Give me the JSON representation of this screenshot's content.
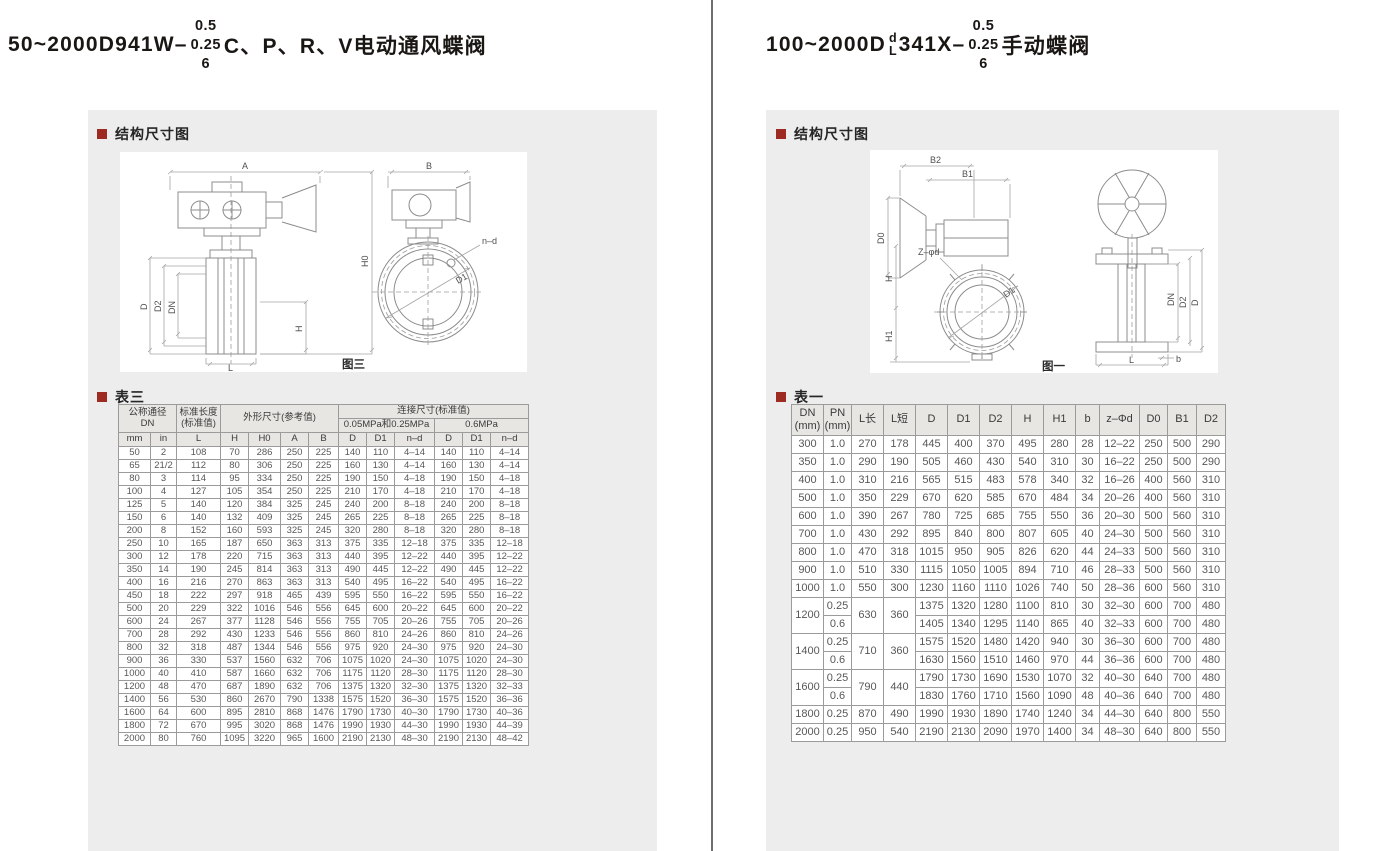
{
  "colors": {
    "accent_red": "#9e2b21",
    "panel_gray": "#ededed",
    "divider_gray": "#6e6e6e"
  },
  "left": {
    "title": {
      "prefix": "50~2000D941W–",
      "pressure_stack": [
        "0.5",
        "0.25",
        "6"
      ],
      "suffix": "C、P、R、V电动通风蝶阀"
    },
    "diagram_section": "结构尺寸图",
    "figure_caption": "图三",
    "diagram_labels": {
      "A": "A",
      "B": "B",
      "H0": "H0",
      "H": "H",
      "D": "D",
      "D2": "D2",
      "DN": "DN",
      "L": "L",
      "nd": "n–d",
      "D1": "D1"
    },
    "table_section": "表三",
    "table": {
      "h_dn": "公称通径\nDN",
      "h_len": "标准长度\n(标准值)",
      "h_dim": "外形尺寸(参考值)",
      "h_conn": "连接尺寸(标准值)",
      "h_p1": "0.05MPa和0.25MPa",
      "h_p2": "0.6MPa",
      "cols": [
        "mm",
        "in",
        "L",
        "H",
        "H0",
        "A",
        "B",
        "D",
        "D1",
        "n–d",
        "D",
        "D1",
        "n–d"
      ],
      "rows": [
        [
          "50",
          "2",
          "108",
          "70",
          "286",
          "250",
          "225",
          "140",
          "110",
          "4–14",
          "140",
          "110",
          "4–14"
        ],
        [
          "65",
          "21/2",
          "112",
          "80",
          "306",
          "250",
          "225",
          "160",
          "130",
          "4–14",
          "160",
          "130",
          "4–14"
        ],
        [
          "80",
          "3",
          "114",
          "95",
          "334",
          "250",
          "225",
          "190",
          "150",
          "4–18",
          "190",
          "150",
          "4–18"
        ],
        [
          "100",
          "4",
          "127",
          "105",
          "354",
          "250",
          "225",
          "210",
          "170",
          "4–18",
          "210",
          "170",
          "4–18"
        ],
        [
          "125",
          "5",
          "140",
          "120",
          "384",
          "325",
          "245",
          "240",
          "200",
          "8–18",
          "240",
          "200",
          "8–18"
        ],
        [
          "150",
          "6",
          "140",
          "132",
          "409",
          "325",
          "245",
          "265",
          "225",
          "8–18",
          "265",
          "225",
          "8–18"
        ],
        [
          "200",
          "8",
          "152",
          "160",
          "593",
          "325",
          "245",
          "320",
          "280",
          "8–18",
          "320",
          "280",
          "8–18"
        ],
        [
          "250",
          "10",
          "165",
          "187",
          "650",
          "363",
          "313",
          "375",
          "335",
          "12–18",
          "375",
          "335",
          "12–18"
        ],
        [
          "300",
          "12",
          "178",
          "220",
          "715",
          "363",
          "313",
          "440",
          "395",
          "12–22",
          "440",
          "395",
          "12–22"
        ],
        [
          "350",
          "14",
          "190",
          "245",
          "814",
          "363",
          "313",
          "490",
          "445",
          "12–22",
          "490",
          "445",
          "12–22"
        ],
        [
          "400",
          "16",
          "216",
          "270",
          "863",
          "363",
          "313",
          "540",
          "495",
          "16–22",
          "540",
          "495",
          "16–22"
        ],
        [
          "450",
          "18",
          "222",
          "297",
          "918",
          "465",
          "439",
          "595",
          "550",
          "16–22",
          "595",
          "550",
          "16–22"
        ],
        [
          "500",
          "20",
          "229",
          "322",
          "1016",
          "546",
          "556",
          "645",
          "600",
          "20–22",
          "645",
          "600",
          "20–22"
        ],
        [
          "600",
          "24",
          "267",
          "377",
          "1128",
          "546",
          "556",
          "755",
          "705",
          "20–26",
          "755",
          "705",
          "20–26"
        ],
        [
          "700",
          "28",
          "292",
          "430",
          "1233",
          "546",
          "556",
          "860",
          "810",
          "24–26",
          "860",
          "810",
          "24–26"
        ],
        [
          "800",
          "32",
          "318",
          "487",
          "1344",
          "546",
          "556",
          "975",
          "920",
          "24–30",
          "975",
          "920",
          "24–30"
        ],
        [
          "900",
          "36",
          "330",
          "537",
          "1560",
          "632",
          "706",
          "1075",
          "1020",
          "24–30",
          "1075",
          "1020",
          "24–30"
        ],
        [
          "1000",
          "40",
          "410",
          "587",
          "1660",
          "632",
          "706",
          "1175",
          "1120",
          "28–30",
          "1175",
          "1120",
          "28–30"
        ],
        [
          "1200",
          "48",
          "470",
          "687",
          "1890",
          "632",
          "706",
          "1375",
          "1320",
          "32–30",
          "1375",
          "1320",
          "32–33"
        ],
        [
          "1400",
          "56",
          "530",
          "860",
          "2670",
          "790",
          "1338",
          "1575",
          "1520",
          "36–30",
          "1575",
          "1520",
          "36–36"
        ],
        [
          "1600",
          "64",
          "600",
          "895",
          "2810",
          "868",
          "1476",
          "1790",
          "1730",
          "40–30",
          "1790",
          "1730",
          "40–36"
        ],
        [
          "1800",
          "72",
          "670",
          "995",
          "3020",
          "868",
          "1476",
          "1990",
          "1930",
          "44–30",
          "1990",
          "1930",
          "44–39"
        ],
        [
          "2000",
          "80",
          "760",
          "1095",
          "3220",
          "965",
          "1600",
          "2190",
          "2130",
          "48–30",
          "2190",
          "2130",
          "48–42"
        ]
      ]
    }
  },
  "right": {
    "title": {
      "prefix": "100~2000D",
      "dl_stack": [
        "d",
        "L"
      ],
      "mid": "341X–",
      "pressure_stack": [
        "0.5",
        "0.25",
        "6"
      ],
      "suffix": "手动蝶阀"
    },
    "diagram_section": "结构尺寸图",
    "figure_caption": "图一",
    "diagram_labels": {
      "B2": "B2",
      "B1": "B1",
      "D0": "D0",
      "zphid": "Z–φd",
      "H": "H",
      "H1": "H1",
      "D1": "D1",
      "DN": "DN",
      "D2": "D2",
      "D": "D",
      "b": "b",
      "L": "L"
    },
    "table_section": "表一",
    "table": {
      "cols": [
        "DN\n(mm)",
        "PN\n(mm)",
        "L长",
        "L短",
        "D",
        "D1",
        "D2",
        "H",
        "H1",
        "b",
        "z–Φd",
        "D0",
        "B1",
        "D2"
      ],
      "rows": [
        [
          "300",
          "1.0",
          "270",
          "178",
          "445",
          "400",
          "370",
          "495",
          "280",
          "28",
          "12–22",
          "250",
          "500",
          "290"
        ],
        [
          "350",
          "1.0",
          "290",
          "190",
          "505",
          "460",
          "430",
          "540",
          "310",
          "30",
          "16–22",
          "250",
          "500",
          "290"
        ],
        [
          "400",
          "1.0",
          "310",
          "216",
          "565",
          "515",
          "483",
          "578",
          "340",
          "32",
          "16–26",
          "400",
          "560",
          "310"
        ],
        [
          "500",
          "1.0",
          "350",
          "229",
          "670",
          "620",
          "585",
          "670",
          "484",
          "34",
          "20–26",
          "400",
          "560",
          "310"
        ],
        [
          "600",
          "1.0",
          "390",
          "267",
          "780",
          "725",
          "685",
          "755",
          "550",
          "36",
          "20–30",
          "500",
          "560",
          "310"
        ],
        [
          "700",
          "1.0",
          "430",
          "292",
          "895",
          "840",
          "800",
          "807",
          "605",
          "40",
          "24–30",
          "500",
          "560",
          "310"
        ],
        [
          "800",
          "1.0",
          "470",
          "318",
          "1015",
          "950",
          "905",
          "826",
          "620",
          "44",
          "24–33",
          "500",
          "560",
          "310"
        ],
        [
          "900",
          "1.0",
          "510",
          "330",
          "1115",
          "1050",
          "1005",
          "894",
          "710",
          "46",
          "28–33",
          "500",
          "560",
          "310"
        ],
        [
          "1000",
          "1.0",
          "550",
          "300",
          "1230",
          "1160",
          "1110",
          "1026",
          "740",
          "50",
          "28–36",
          "600",
          "560",
          "310"
        ],
        [
          {
            "t": "1200",
            "rs": 2
          },
          "0.25",
          {
            "t": "630",
            "rs": 2
          },
          {
            "t": "360",
            "rs": 2
          },
          "1375",
          "1320",
          "1280",
          "1100",
          "810",
          "30",
          "32–30",
          "600",
          "700",
          "480"
        ],
        [
          "0.6",
          "1405",
          "1340",
          "1295",
          "1140",
          "865",
          "40",
          "32–33",
          "600",
          "700",
          "480"
        ],
        [
          {
            "t": "1400",
            "rs": 2
          },
          "0.25",
          {
            "t": "710",
            "rs": 2
          },
          {
            "t": "360",
            "rs": 2
          },
          "1575",
          "1520",
          "1480",
          "1420",
          "940",
          "30",
          "36–30",
          "600",
          "700",
          "480"
        ],
        [
          "0.6",
          "1630",
          "1560",
          "1510",
          "1460",
          "970",
          "44",
          "36–36",
          "600",
          "700",
          "480"
        ],
        [
          {
            "t": "1600",
            "rs": 2
          },
          "0.25",
          {
            "t": "790",
            "rs": 2
          },
          {
            "t": "440",
            "rs": 2
          },
          "1790",
          "1730",
          "1690",
          "1530",
          "1070",
          "32",
          "40–30",
          "640",
          "700",
          "480"
        ],
        [
          "0.6",
          "1830",
          "1760",
          "1710",
          "1560",
          "1090",
          "48",
          "40–36",
          "640",
          "700",
          "480"
        ],
        [
          "1800",
          "0.25",
          "870",
          "490",
          "1990",
          "1930",
          "1890",
          "1740",
          "1240",
          "34",
          "44–30",
          "640",
          "800",
          "550"
        ],
        [
          "2000",
          "0.25",
          "950",
          "540",
          "2190",
          "2130",
          "2090",
          "1970",
          "1400",
          "34",
          "48–30",
          "640",
          "800",
          "550"
        ]
      ]
    }
  }
}
